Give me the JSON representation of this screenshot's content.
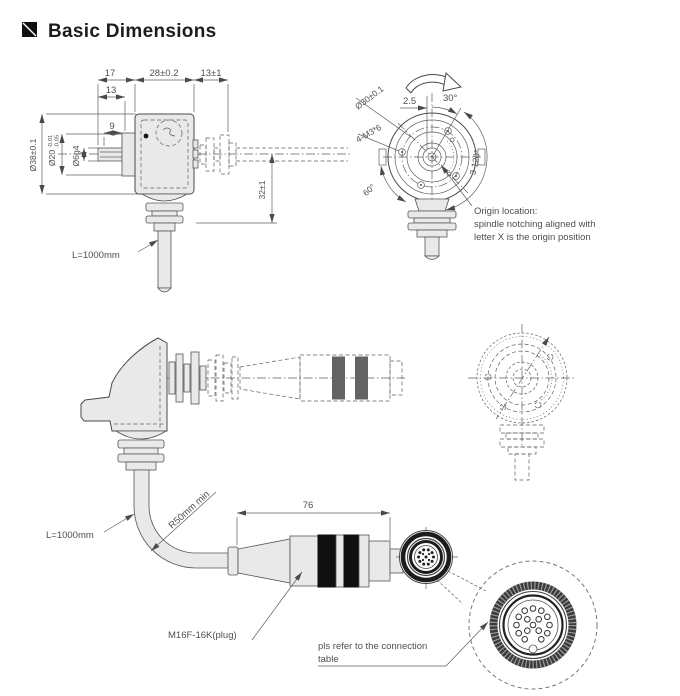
{
  "header": {
    "title": "Basic Dimensions"
  },
  "colors": {
    "line": "#4a4a4a",
    "body_fill": "#e9e9e9",
    "band_dark": "#636363",
    "band_black": "#101010"
  },
  "side_view": {
    "dim_17": "17",
    "dim_28": "28±0.2",
    "dim_13_tol": "13±1",
    "dim_13": "13",
    "dim_9": "9",
    "dia_38": "Ø38±0.1",
    "dia_20": "Ø20",
    "dia_20_tol_upper": "-0.01",
    "dia_20_tol_lower": "-0.05",
    "dia_6": "Ø6g4",
    "dim_32": "32±1",
    "cable_label": "L=1000mm"
  },
  "front_view": {
    "angle_30": "30°",
    "dim_2_5": "2.5",
    "dia_30": "Ø30±0.1",
    "thread": "4-M3*6",
    "angle_60": "60°",
    "angle_120": "3-120°",
    "origin_note": [
      "Origin location:",
      "spindle notching aligned with",
      "letter X is the origin position"
    ]
  },
  "bottom_view": {
    "cable_label": "L=1000mm",
    "bend_radius": "R50mm min",
    "dim_76": "76",
    "plug_label": "M16F-16K(plug)",
    "note": [
      "pls refer to the connection",
      "table"
    ]
  }
}
